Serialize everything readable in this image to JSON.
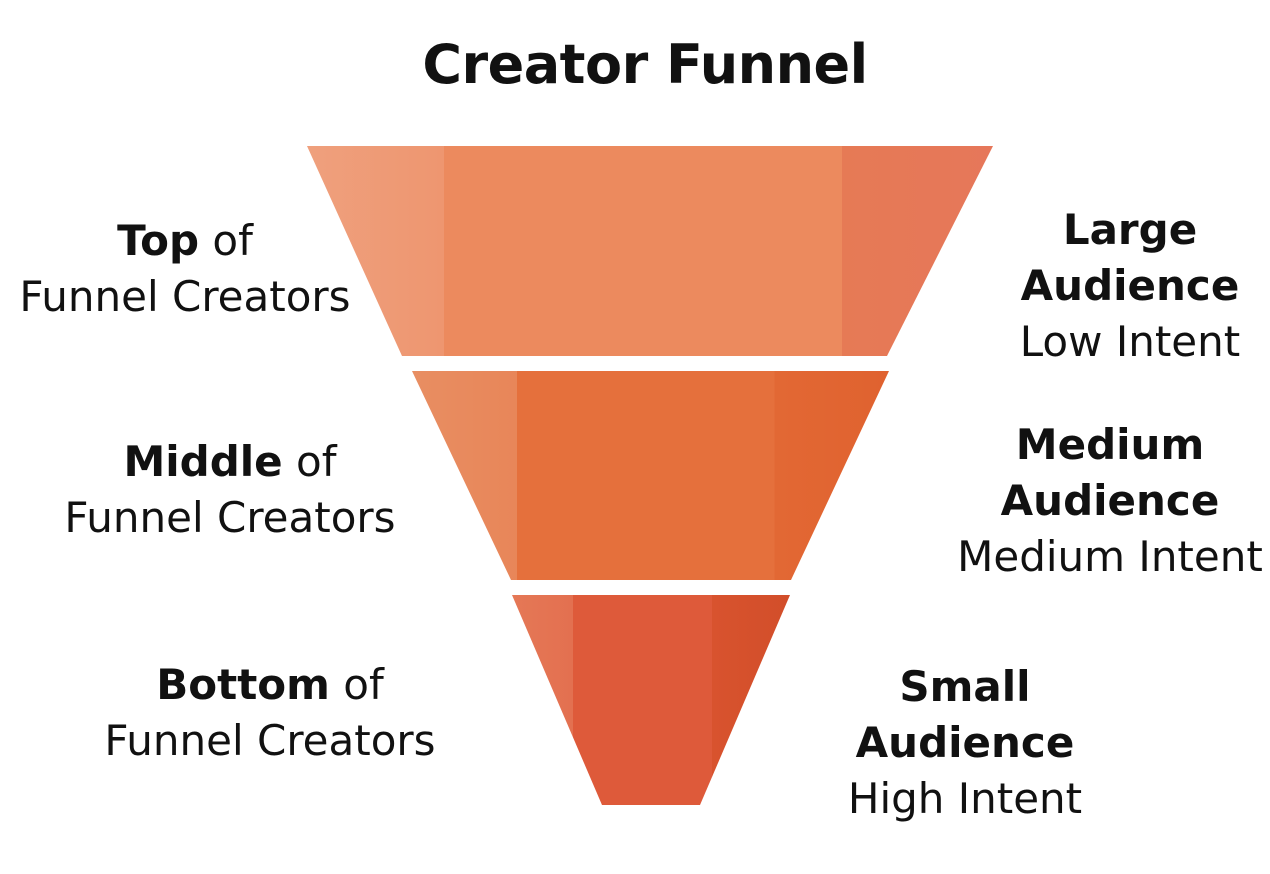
{
  "title": "Creator Funnel",
  "colors": {
    "tier_top": "#EC8A5E",
    "tier_middle": "#E5703C",
    "tier_bottom": "#DE5A3A",
    "text": "#111111",
    "background": "#FFFFFF"
  },
  "left_labels": [
    {
      "bold": "Top",
      "rest": " of",
      "line2": "Funnel Creators"
    },
    {
      "bold": "Middle",
      "rest": " of",
      "line2": "Funnel Creators"
    },
    {
      "bold": "Bottom",
      "rest": " of",
      "line2": "Funnel Creators"
    }
  ],
  "right_labels": [
    {
      "line1": "Large",
      "line2": "Audience",
      "line3": "Low Intent"
    },
    {
      "line1": "Medium",
      "line2": "Audience",
      "line3": "Medium Intent"
    },
    {
      "line1": "Small",
      "line2": "Audience",
      "line3": "High Intent"
    }
  ]
}
